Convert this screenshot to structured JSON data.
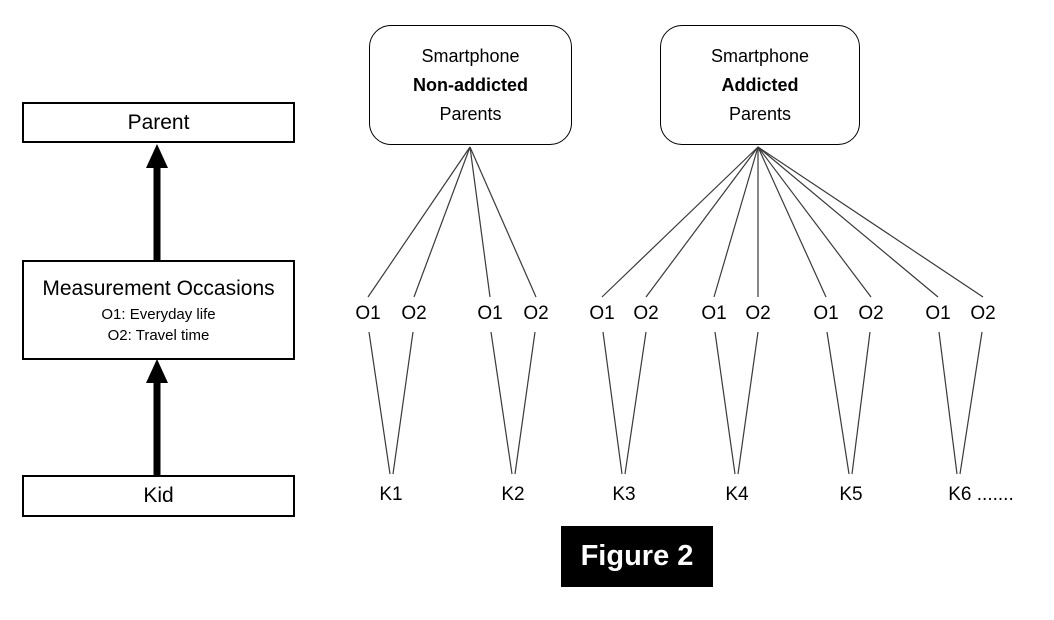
{
  "left_flow": {
    "parent_box": "Parent",
    "measurement_box": {
      "title": "Measurement Occasions",
      "line_o1": "O1: Everyday life",
      "line_o2": "O2: Travel time"
    },
    "kid_box": "Kid"
  },
  "group_boxes": {
    "non_addicted": {
      "line1": "Smartphone",
      "line2": "Non-addicted",
      "line3": "Parents"
    },
    "addicted": {
      "line1": "Smartphone",
      "line2": "Addicted",
      "line3": "Parents"
    }
  },
  "occasion_labels": [
    "O1",
    "O2",
    "O1",
    "O2",
    "O1",
    "O2",
    "O1",
    "O2",
    "O1",
    "O2",
    "O1",
    "O2"
  ],
  "kid_labels": [
    "K1",
    "K2",
    "K3",
    "K4",
    "K5",
    "K6 ......."
  ],
  "caption": "Figure 2",
  "colors": {
    "line": "#3a3a3a",
    "border": "#000000",
    "arrow": "#000000",
    "caption_bg": "#000000",
    "caption_fg": "#ffffff"
  }
}
